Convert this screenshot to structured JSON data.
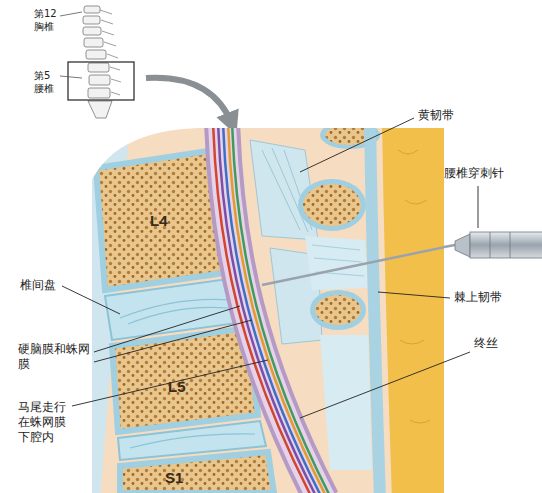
{
  "diagram": {
    "nodes": [
      {
        "text": [
          "L4"
        ]
      },
      {
        "text": [
          "L5"
        ]
      },
      {
        "text": [
          "S1"
        ]
      }
    ],
    "labels": [
      "第12胸椎",
      "第5腰椎",
      "黄韧带",
      "腰椎穿刺针",
      "棘上韧带",
      "椎间盘",
      "硬脑膜和蛛网膜",
      "终丝",
      "马尾走行在蛛网膜下腔内"
    ]
  }
}
